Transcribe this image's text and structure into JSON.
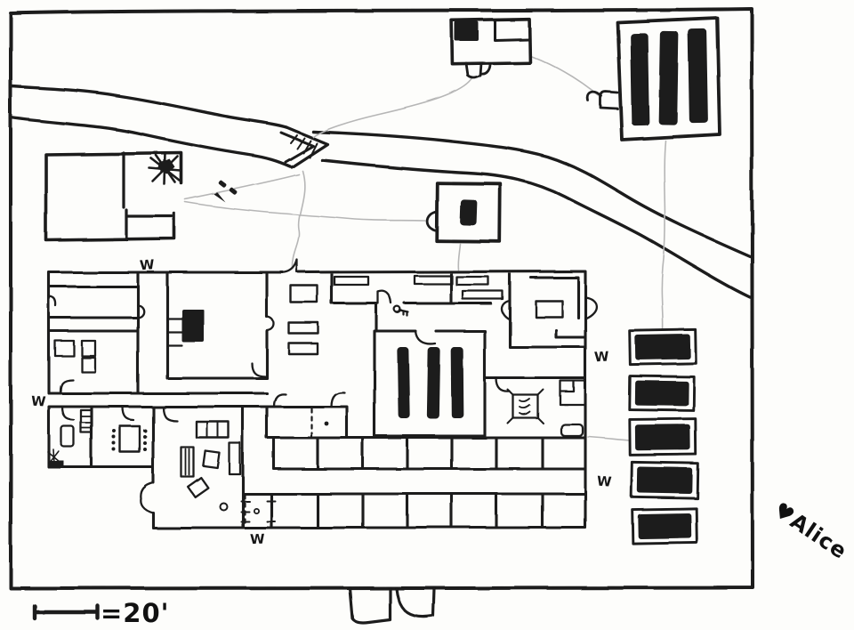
{
  "map": {
    "type": "hand-drawn-homestead-map",
    "scale": {
      "label": "=20'"
    },
    "signature": {
      "text": "♥Alice"
    },
    "well_mark": "W",
    "counts": {
      "well_marks": 5,
      "raised_beds": 5,
      "garden_rows": 3,
      "barn_stalls": 3
    },
    "colors": {
      "ink": "#1a1a1a",
      "trail": "#b6b6b6",
      "paper": "#fdfdfb"
    },
    "icons": [
      "river",
      "footbridge",
      "animal-tracks",
      "burst-mark",
      "wood-stove",
      "garden-row-beds",
      "raised-bed",
      "stall-bars",
      "stairs-square",
      "couch",
      "dining-table",
      "key-icon",
      "heart-icon",
      "scale-bar",
      "gate"
    ]
  }
}
